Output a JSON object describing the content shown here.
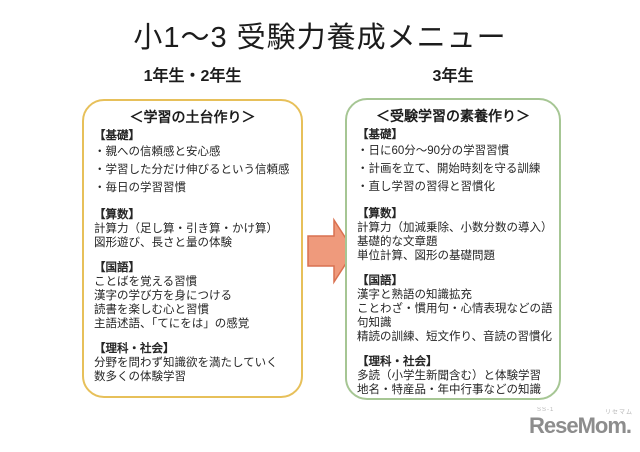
{
  "page": {
    "title": "小1～3 受験力養成メニュー"
  },
  "column_labels": {
    "left": "1年生・2年生",
    "right": "3年生"
  },
  "left_box": {
    "title": "＜学習の土台作り＞",
    "sections": [
      {
        "header": "【基礎】",
        "lines": [
          "・親への信頼感と安心感",
          "・学習した分だけ伸びるという信頼感",
          "・毎日の学習習慣"
        ]
      },
      {
        "header": "【算数】",
        "lines": [
          "計算力（足し算・引き算・かけ算）",
          "図形遊び、長さと量の体験"
        ]
      },
      {
        "header": "【国語】",
        "lines": [
          "ことばを覚える習慣",
          "漢字の学び方を身につける",
          "読書を楽しむ心と習慣",
          "主語述語、「てにをは」の感覚"
        ]
      },
      {
        "header": "【理科・社会】",
        "lines": [
          "分野を問わず知識欲を満たしていく",
          "数多くの体験学習"
        ]
      }
    ]
  },
  "right_box": {
    "title": "＜受験学習の素養作り＞",
    "sections": [
      {
        "header": "【基礎】",
        "lines": [
          "・日に60分～90分の学習習慣",
          "・計画を立て、開始時刻を守る訓練",
          "・直し学習の習得と習慣化"
        ]
      },
      {
        "header": "【算数】",
        "lines": [
          "計算力（加減乗除、小数分数の導入）",
          "基礎的な文章題",
          "単位計算、図形の基礎問題"
        ]
      },
      {
        "header": "【国語】",
        "lines": [
          "漢字と熟語の知識拡充",
          "ことわざ・慣用句・心情表現などの語句知識",
          "精読の訓練、短文作り、音読の習慣化"
        ]
      },
      {
        "header": "【理科・社会】",
        "lines": [
          "多読（小学生新聞含む）と体験学習",
          "地名・特産品・年中行事などの知識"
        ]
      }
    ]
  },
  "arrow": {
    "fill": "#EF9A7C",
    "stroke": "#D97150"
  },
  "logo": {
    "tagline_left": "SS-1",
    "tagline_right": "リセマム",
    "text": "ReseMom."
  },
  "colors": {
    "background": "#FFFFFF",
    "left_box_border": "#E7C05A",
    "right_box_border": "#A6C694",
    "body_text": "#262626",
    "logo_gray": "#8D8D8D"
  }
}
